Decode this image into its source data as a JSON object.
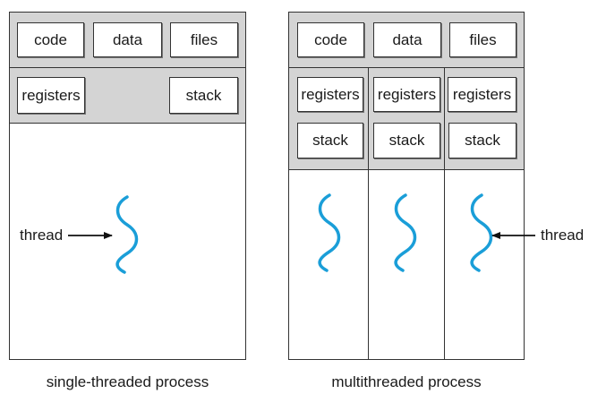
{
  "single": {
    "caption": "single-threaded process",
    "code": "code",
    "data": "data",
    "files": "files",
    "registers": "registers",
    "stack": "stack",
    "thread_label": "thread"
  },
  "multi": {
    "caption": "multithreaded process",
    "code": "code",
    "data": "data",
    "files": "files",
    "registers": [
      "registers",
      "registers",
      "registers"
    ],
    "stack": [
      "stack",
      "stack",
      "stack"
    ],
    "thread_label": "thread"
  },
  "colors": {
    "thread": "#1a9ed8",
    "shade": "#d4d4d4",
    "outline": "#333333"
  },
  "icons": [
    "thread-wave-icon",
    "arrow-right-icon",
    "arrow-left-icon"
  ]
}
